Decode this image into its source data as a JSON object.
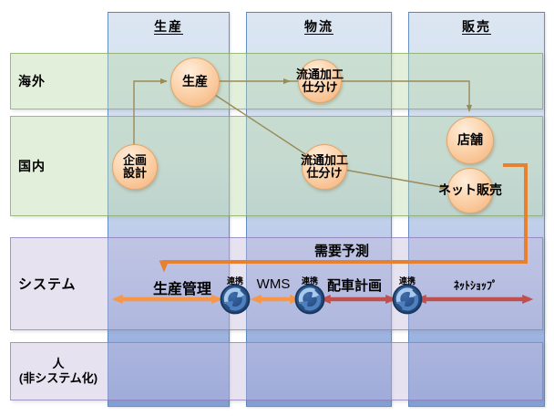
{
  "columns": {
    "production": "生産",
    "logistics": "物流",
    "sales": "販売"
  },
  "rows": {
    "overseas": "海外",
    "domestic": "国内",
    "system": "システム",
    "people_line1": "人",
    "people_line2": "(非システム化)"
  },
  "nodes": {
    "production": "生産",
    "dist_processing_line1": "流通加工",
    "dist_processing_line2": "仕分け",
    "planning_line1": "企画",
    "planning_line2": "設計",
    "store": "店舗",
    "net_sales": "ネット販売"
  },
  "system_row": {
    "demand_forecast": "需要予測",
    "production_management": "生産管理",
    "wms": "WMS",
    "dispatch_planning": "配車計画",
    "net_shop": "ﾈｯﾄｼｮｯﾌﾟ",
    "link": "連携"
  },
  "colors": {
    "column_border": "#4f81bd",
    "row_green_border": "#84a860",
    "row_purple_border": "#8b7ab8",
    "connector": "#9a8a58",
    "feedback_arrow": "#e8812f",
    "orange_arrow": "#f79646",
    "red_arrow": "#c0504d",
    "node_border": "#e2a567",
    "link_circle": "#1d3f6e"
  }
}
